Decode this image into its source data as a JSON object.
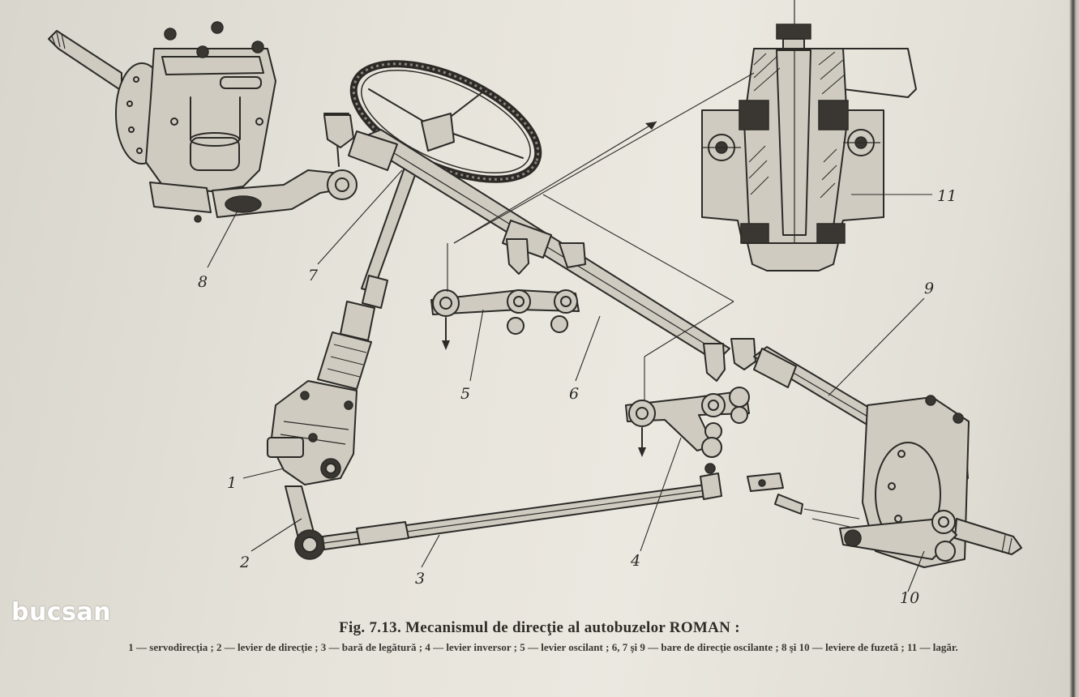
{
  "figure": {
    "title": "Fig. 7.13. Mecanismul de direcţie al autobuzelor ROMAN :",
    "legend": "1 — servodirecţia ; 2 — levier de direcţie ; 3 — bară de legătură ; 4 — levier inversor ; 5 — levier oscilant ; 6, 7 şi 9 — bare de direcţie oscilante ; 8 şi 10 — leviere de fuzetă ; 11 — lagăr."
  },
  "callouts": [
    {
      "id": "1",
      "label": "1"
    },
    {
      "id": "2",
      "label": "2"
    },
    {
      "id": "3",
      "label": "3"
    },
    {
      "id": "4",
      "label": "4"
    },
    {
      "id": "5",
      "label": "5"
    },
    {
      "id": "6",
      "label": "6"
    },
    {
      "id": "7",
      "label": "7"
    },
    {
      "id": "8",
      "label": "8"
    },
    {
      "id": "9",
      "label": "9"
    },
    {
      "id": "10",
      "label": "10"
    },
    {
      "id": "11",
      "label": "11"
    }
  ],
  "watermark": {
    "text": "bucsan"
  },
  "colors": {
    "paper": "#e7e4dc",
    "ink": "#2c2a27",
    "watermark": "#ffffff"
  }
}
